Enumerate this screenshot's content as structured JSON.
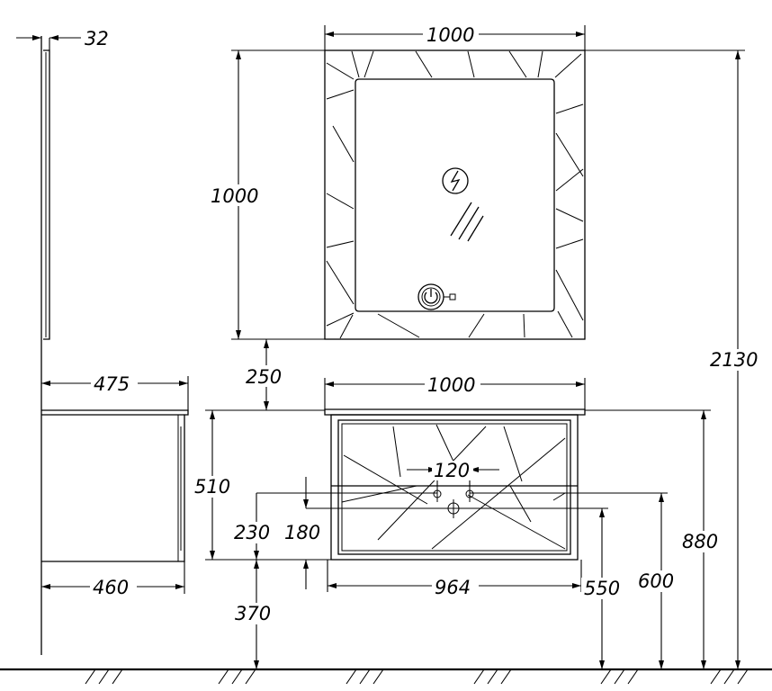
{
  "drawing": {
    "dimensions": {
      "mirror_thickness": "32",
      "mirror_width": "1000",
      "mirror_height": "1000",
      "total_height": "2130",
      "gap_mirror_to_cabinet": "250",
      "cabinet_top_width": "1000",
      "cabinet_depth_top": "475",
      "cabinet_height": "510",
      "pipe_height": "230",
      "drain_offset": "180",
      "tap_spacing": "120",
      "cabinet_depth_bottom": "460",
      "inner_width": "964",
      "floor_to_cabinet": "370",
      "pipe_level_550": "550",
      "pipe_level_600": "600",
      "cabinet_top_height": "880"
    },
    "icons": {
      "mirror_light": "lightning-symbol",
      "mirror_glare": "diagonal-glare-lines",
      "mirror_switch": "power-button"
    }
  }
}
